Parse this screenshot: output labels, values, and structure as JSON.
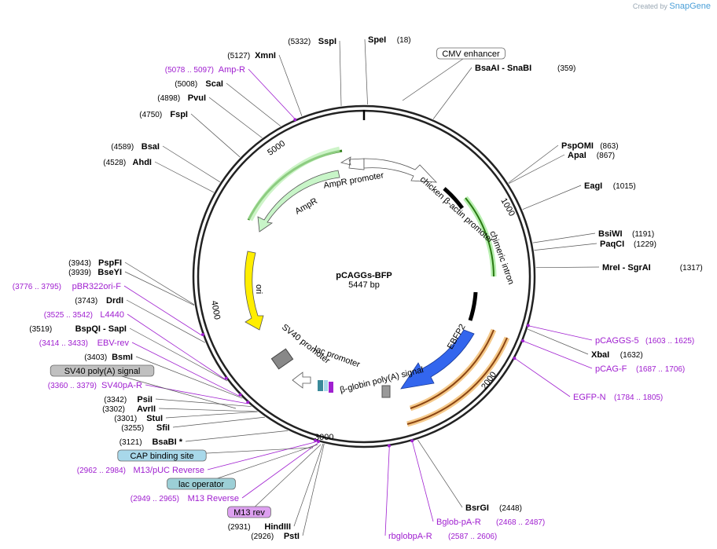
{
  "credit": {
    "prefix": "Created by",
    "brand": "SnapGene"
  },
  "plasmid": {
    "name": "pCAGGs-BFP",
    "size": "5447 bp",
    "length": 5447
  },
  "ticks": [
    "1000",
    "2000",
    "3000",
    "4000",
    "5000"
  ],
  "enzymes": [
    {
      "name": "SpeI",
      "pos": "(18)"
    },
    {
      "name": "BsaAI",
      "name2": "SnaBI",
      "pos": "(359)"
    },
    {
      "name": "PspOMI",
      "pos": "(863)"
    },
    {
      "name": "ApaI",
      "pos": "(867)"
    },
    {
      "name": "EagI",
      "pos": "(1015)"
    },
    {
      "name": "BsiWI",
      "pos": "(1191)"
    },
    {
      "name": "PaqCI",
      "pos": "(1229)"
    },
    {
      "name": "MreI",
      "name2": "SgrAI",
      "pos": "(1317)"
    },
    {
      "name": "XbaI",
      "pos": "(1632)"
    },
    {
      "name": "BsrGI",
      "pos": "(2448)"
    },
    {
      "name": "PstI",
      "pos": "(2926)"
    },
    {
      "name": "HindIII",
      "pos": "(2931)"
    },
    {
      "name": "BsaBI *",
      "pos": "(3121)"
    },
    {
      "name": "SfiI",
      "pos": "(3255)"
    },
    {
      "name": "StuI",
      "pos": "(3301)"
    },
    {
      "name": "AvrII",
      "pos": "(3302)"
    },
    {
      "name": "PsiI",
      "pos": "(3342)"
    },
    {
      "name": "BsmI",
      "pos": "(3403)"
    },
    {
      "name": "BspQI",
      "name2": "SapI",
      "pos": "(3519)"
    },
    {
      "name": "DrdI",
      "pos": "(3743)"
    },
    {
      "name": "BseYI",
      "pos": "(3939)"
    },
    {
      "name": "PspFI",
      "pos": "(3943)"
    },
    {
      "name": "AhdI",
      "pos": "(4528)"
    },
    {
      "name": "BsaI",
      "pos": "(4589)"
    },
    {
      "name": "FspI",
      "pos": "(4750)"
    },
    {
      "name": "PvuI",
      "pos": "(4898)"
    },
    {
      "name": "ScaI",
      "pos": "(5008)"
    },
    {
      "name": "XmnI",
      "pos": "(5127)"
    },
    {
      "name": "SspI",
      "pos": "(5332)"
    }
  ],
  "primers": [
    {
      "name": "Amp-R",
      "pos": "(5078 .. 5097)"
    },
    {
      "name": "pCAGGS-5",
      "pos": "(1603 .. 1625)"
    },
    {
      "name": "pCAG-F",
      "pos": "(1687 .. 1706)"
    },
    {
      "name": "EGFP-N",
      "pos": "(1784 .. 1805)"
    },
    {
      "name": "Bglob-pA-R",
      "pos": "(2468 .. 2487)"
    },
    {
      "name": "rbglobpA-R",
      "pos": "(2587 .. 2606)"
    },
    {
      "name": "M13 Reverse",
      "pos": "(2949 .. 2965)"
    },
    {
      "name": "M13/pUC Reverse",
      "pos": "(2962 .. 2984)"
    },
    {
      "name": "SV40pA-R",
      "pos": "(3360 .. 3379)"
    },
    {
      "name": "EBV-rev",
      "pos": "(3414 .. 3433)"
    },
    {
      "name": "L4440",
      "pos": "(3525 .. 3542)"
    },
    {
      "name": "pBR322ori-F",
      "pos": "(3776 .. 3795)"
    }
  ],
  "boxed_features": [
    {
      "name": "CMV enhancer",
      "color": "#ffffff"
    },
    {
      "name": "SV40 poly(A) signal",
      "color": "#c0c0c0"
    },
    {
      "name": "CAP binding site",
      "color": "#a8d8ea"
    },
    {
      "name": "lac operator",
      "color": "#9ccfd6"
    },
    {
      "name": "M13 rev",
      "color": "#dda0f0"
    }
  ],
  "features": [
    {
      "name": "AmpR",
      "color": "#c8f5c8"
    },
    {
      "name": "AmpR promoter",
      "color": "#ffffff"
    },
    {
      "name": "chicken β-actin promoter",
      "color": "#ffffff"
    },
    {
      "name": "chimeric intron",
      "color": "#8fd36e"
    },
    {
      "name": "ori",
      "color": "#ffee00"
    },
    {
      "name": "EBFP2",
      "color": "#3366ee"
    },
    {
      "name": "SV40 promoter",
      "color": "#888888"
    },
    {
      "name": "lac promoter",
      "color": "#ffffff"
    },
    {
      "name": "β-globin poly(A) signal",
      "color": "#999999"
    }
  ],
  "colors": {
    "enzyme": "#000000",
    "primer": "#a020d0",
    "orf_highlight": "#f5c98a",
    "orf": "#8b4513"
  }
}
